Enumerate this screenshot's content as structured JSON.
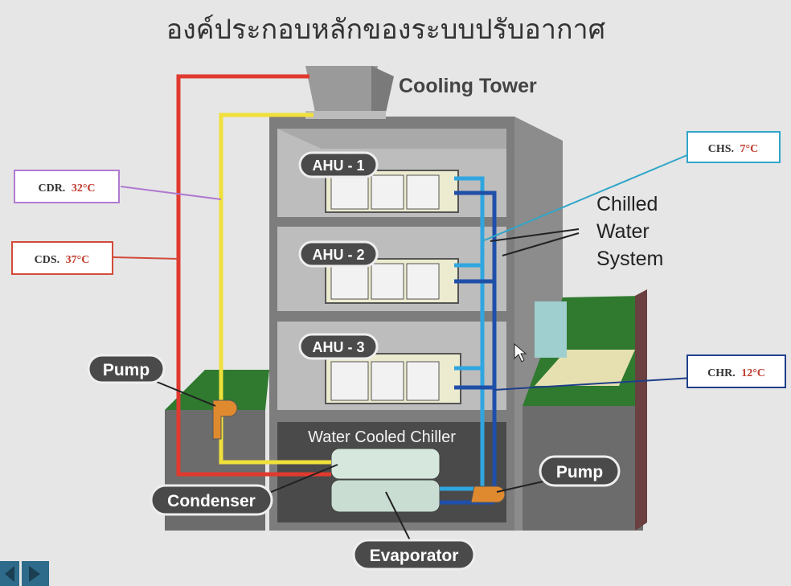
{
  "title": "องค์ประกอบหลักของระบบปรับอากาศ",
  "labels": {
    "cooling_tower": "Cooling Tower",
    "chilled_water_line1": "Chilled",
    "chilled_water_line2": "Water",
    "chilled_water_line3": "System",
    "ahu1": "AHU - 1",
    "ahu2": "AHU - 2",
    "ahu3": "AHU - 3",
    "water_cooled_chiller": "Water Cooled Chiller",
    "pump_left": "Pump",
    "pump_right": "Pump",
    "condenser": "Condenser",
    "evaporator": "Evaporator"
  },
  "temp_boxes": {
    "cdr": {
      "name": "CDR.",
      "value": "32°C"
    },
    "cds": {
      "name": "CDS.",
      "value": "37°C"
    },
    "chs": {
      "name": "CHS.",
      "value": "7°C"
    },
    "chr": {
      "name": "CHR.",
      "value": "12°C"
    }
  },
  "colors": {
    "condenser_return_pipe": "#e03a2f",
    "condenser_supply_pipe": "#f0e03a",
    "chilled_supply_pipe": "#30a6e0",
    "chilled_return_pipe": "#1f4fa8",
    "grass": "#2f7a2f",
    "cdr_box_border": "#b07ad0",
    "cds_box_border": "#d24a3a",
    "chs_box_border": "#30a6c8",
    "chr_box_border": "#1f3f8a"
  }
}
